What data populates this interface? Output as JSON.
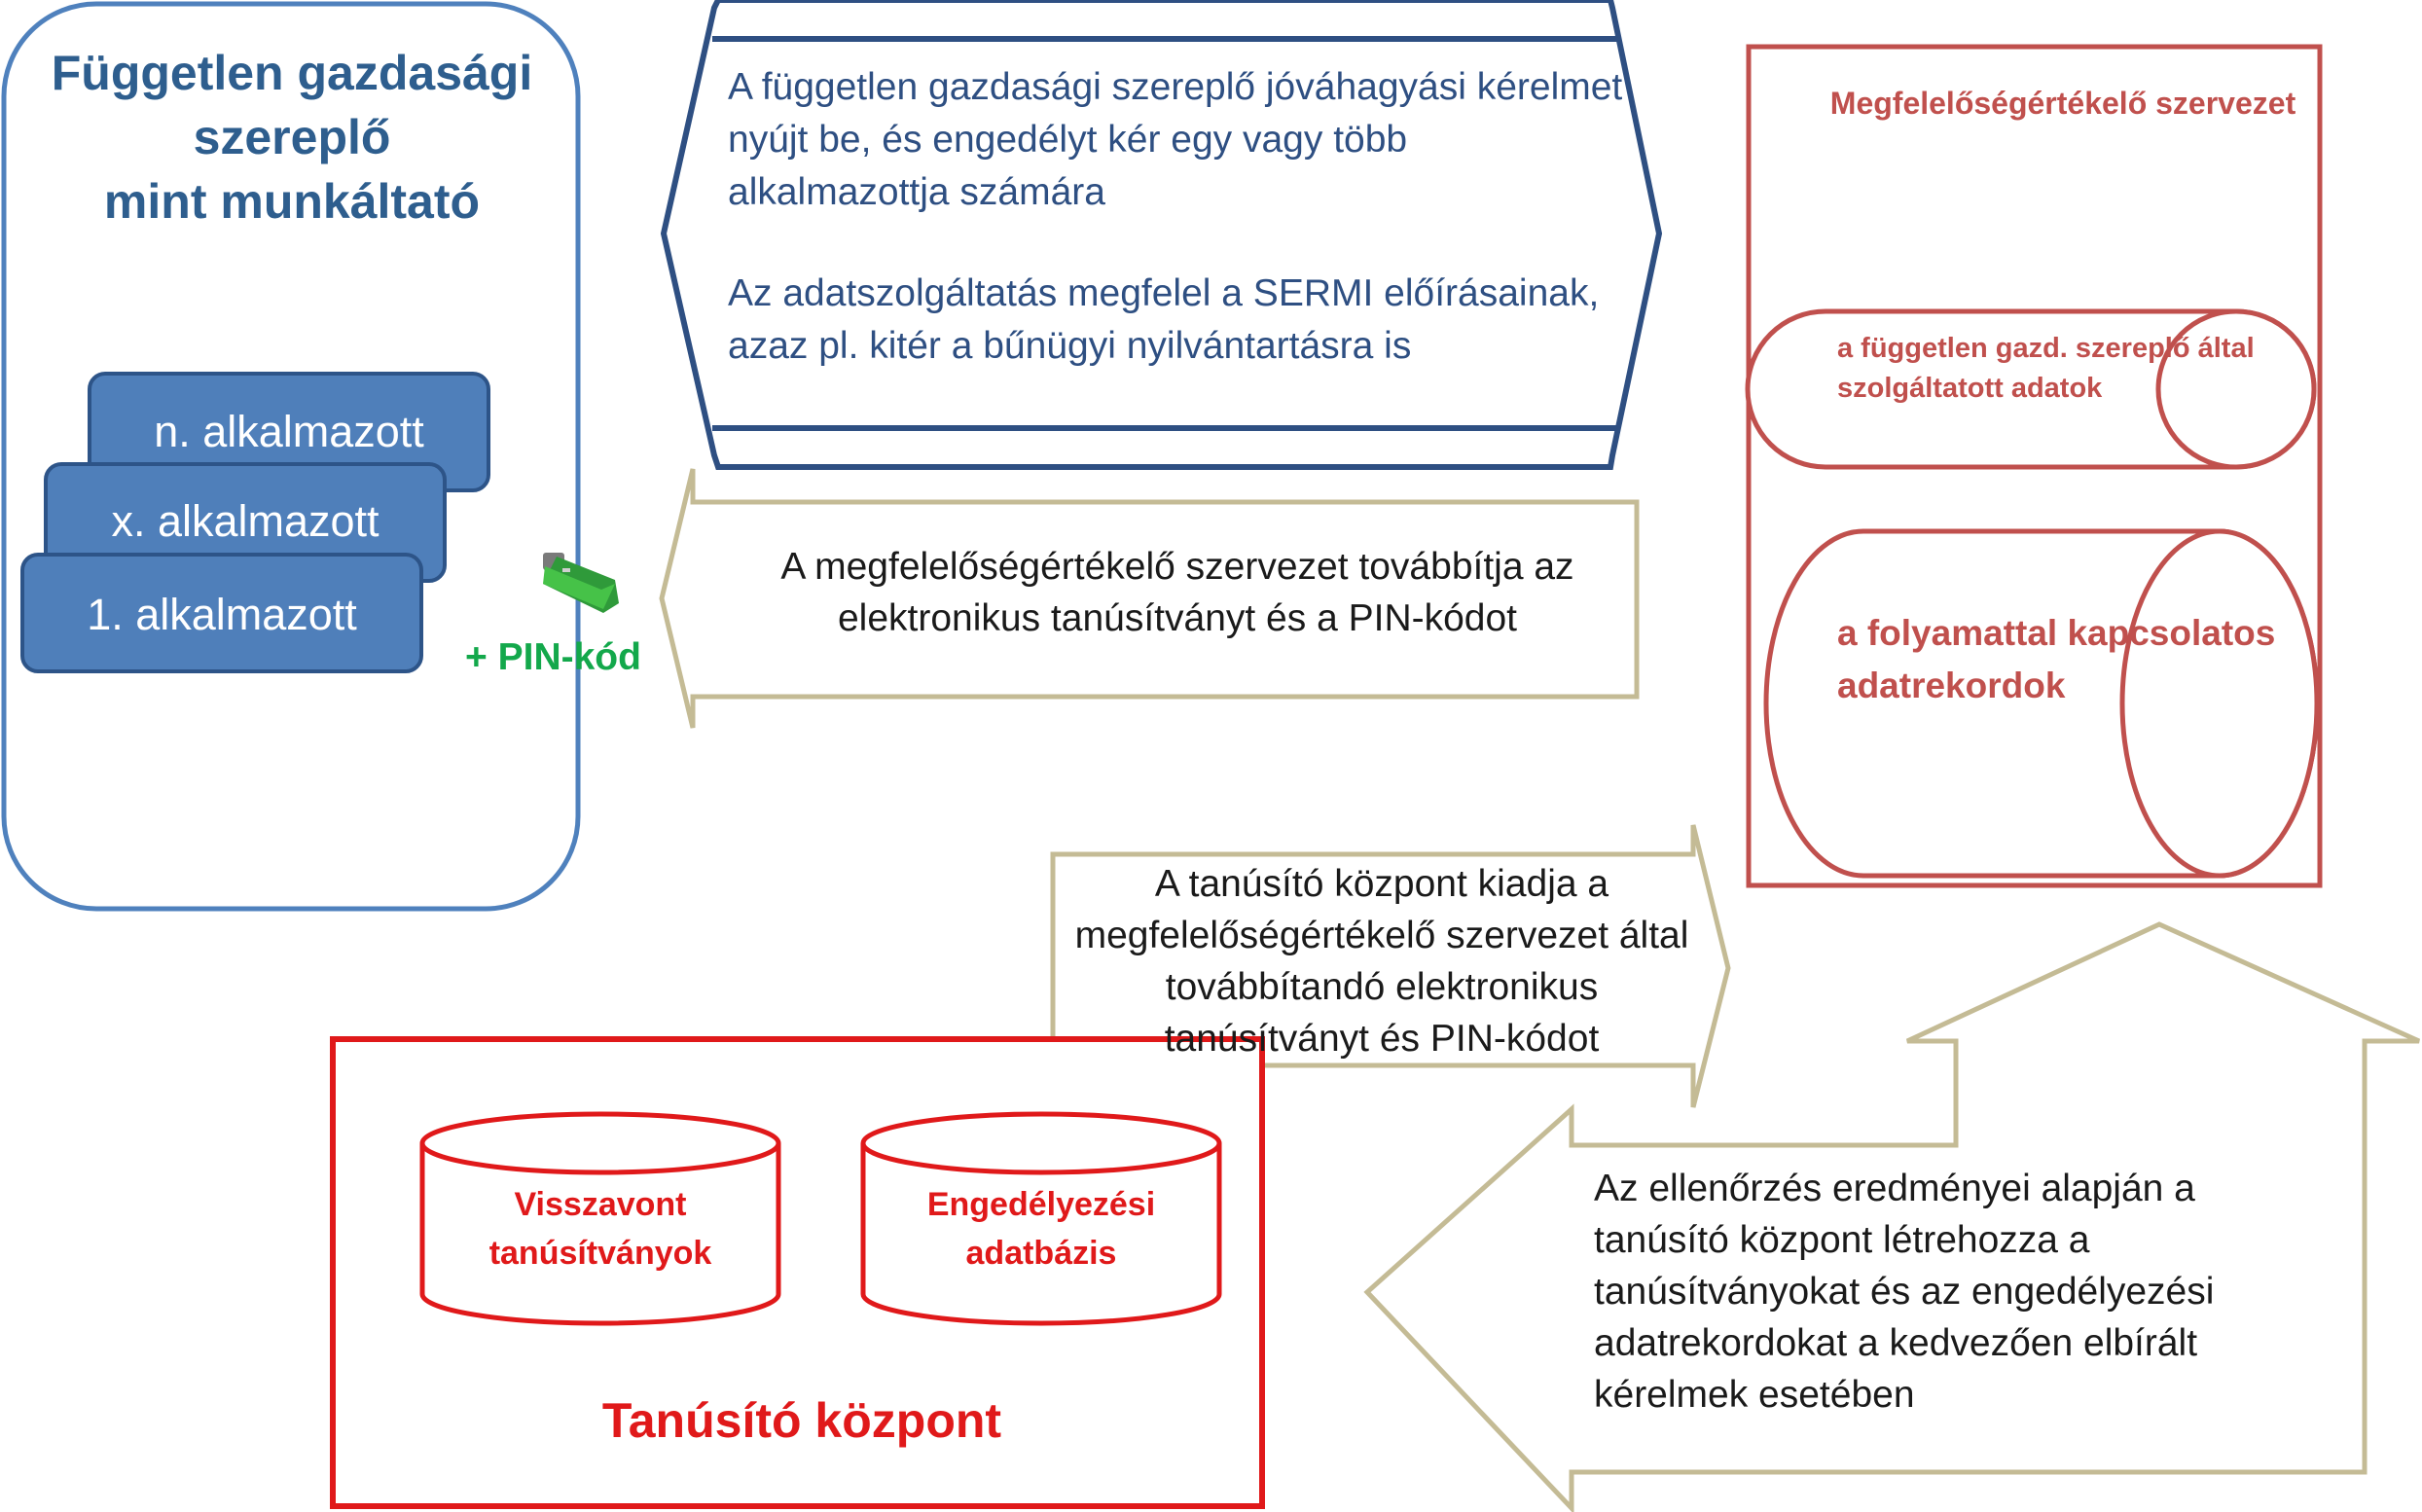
{
  "operator": {
    "title_lines": [
      "Független gazdasági",
      "szereplő",
      "mint munkáltató"
    ],
    "employees": [
      "n. alkalmazott",
      "x. alkalmazott",
      "1. alkalmazott"
    ],
    "token_label": "+ PIN-kód"
  },
  "application_arrow": {
    "paragraph1": "A független gazdasági szereplő jóváhagyási kérelmet nyújt be, és engedélyt kér egy vagy több alkalmazottja számára",
    "paragraph2": "Az adatszolgáltatás megfelel a SERMI előírásainak, azaz pl. kitér a bűnügyi nyilvántartásra is"
  },
  "forward_arrow": {
    "text": "A megfelelőségértékelő szervezet továbbítja az elektronikus tanúsítványt és a PIN-kódot"
  },
  "conformity_body": {
    "title": "Megfelelőségértékelő szervezet",
    "data_store_1": "a független gazd. szereplő által szolgáltatott adatok",
    "data_store_2": "a folyamattal kapcsolatos adatrekordok"
  },
  "issue_arrow": {
    "text": "A tanúsító központ kiadja a megfelelőségértékelő szervezet által továbbítandó elektronikus tanúsítványt és PIN-kódot"
  },
  "result_arrow": {
    "text": "Az ellenőrzés eredményei alapján a tanúsító központ létrehozza a tanúsítványokat és az engedélyezési adatrekordokat a kedvezően elbírált kérelmek esetében"
  },
  "certification_center": {
    "title": "Tanúsító központ",
    "db_revoked": "Visszavont tanúsítványok",
    "db_authorization": "Engedélyezési adatbázis"
  },
  "colors": {
    "operator_blue": "#4f81bd",
    "employee_box": "#4f7fba",
    "title_blue": "#2e5e8e",
    "arrow_navy": "#2e4f82",
    "arrow_tan": "#c4bb95",
    "cab_red": "#c0504d",
    "ca_red": "#e0191a",
    "pin_green": "#13a84b"
  }
}
